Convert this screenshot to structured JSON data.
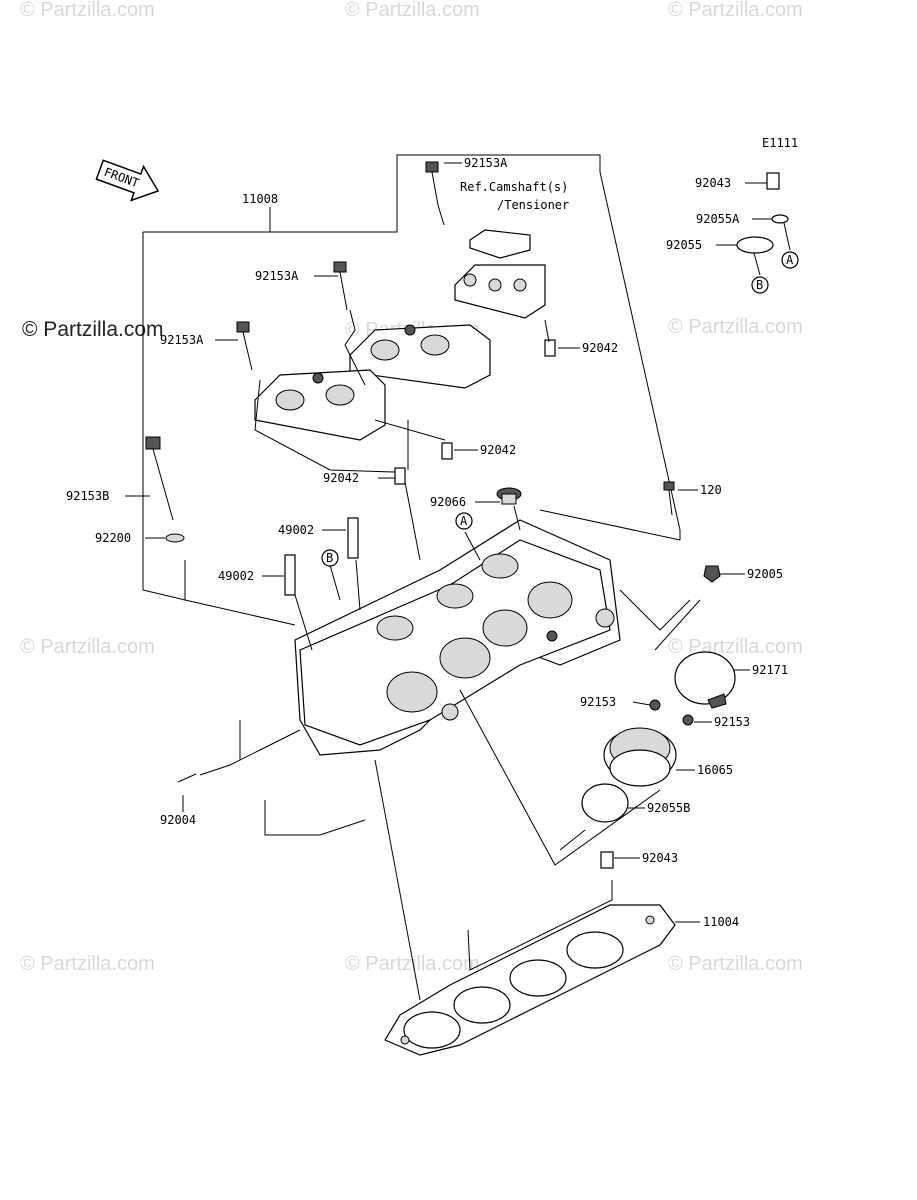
{
  "diagram": {
    "code": "E1111",
    "front_label": "FRONT",
    "ref_note_line1": "Ref.Camshaft(s)",
    "ref_note_line2": "/Tensioner",
    "markers": {
      "a": "A",
      "b": "B"
    },
    "watermarks": {
      "small": "© Partzilla.com",
      "large": "© Partzilla.com"
    },
    "parts": {
      "p11008": "11008",
      "p92153A_top": "92153A",
      "p92153A_mid": "92153A",
      "p92153A_left": "92153A",
      "p92153B": "92153B",
      "p92200": "92200",
      "p92042_a": "92042",
      "p92042_b": "92042",
      "p92042_c": "92042",
      "p49002_a": "49002",
      "p49002_b": "49002",
      "p92066": "92066",
      "p120": "120",
      "p92005": "92005",
      "p92171": "92171",
      "p92153_a": "92153",
      "p92153_b": "92153",
      "p16065": "16065",
      "p92055B": "92055B",
      "p92043_bottom": "92043",
      "p11004": "11004",
      "p92004": "92004",
      "p92043_top": "92043",
      "p92055A": "92055A",
      "p92055": "92055"
    }
  }
}
